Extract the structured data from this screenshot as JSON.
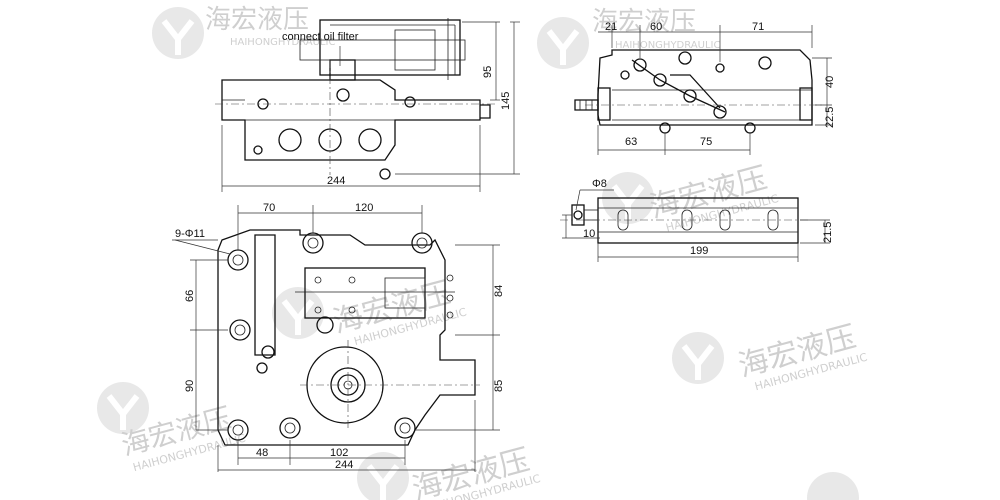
{
  "watermark": {
    "cn_text": "海宏液压",
    "en_text": "HAIHONGHYDRAULIC"
  },
  "front_view": {
    "annotation": "connect oil filter",
    "dims": {
      "height_95": "95",
      "height_145": "145",
      "width_244": "244"
    }
  },
  "top_view": {
    "dims": {
      "pcd_9": "9-Φ11",
      "w70": "70",
      "w120": "120",
      "h66": "66",
      "h84": "84",
      "h90": "90",
      "h85": "85",
      "w48": "48",
      "w102": "102",
      "w244": "244"
    }
  },
  "side_view": {
    "dims": {
      "w21": "21",
      "w60": "60",
      "w71": "71",
      "h40": "40",
      "h22_5": "22.5",
      "w63": "63",
      "w75": "75"
    }
  },
  "bottom_view": {
    "dims": {
      "phi8": "Φ8",
      "d10": "10",
      "h21_5": "21.5",
      "w199": "199"
    }
  }
}
